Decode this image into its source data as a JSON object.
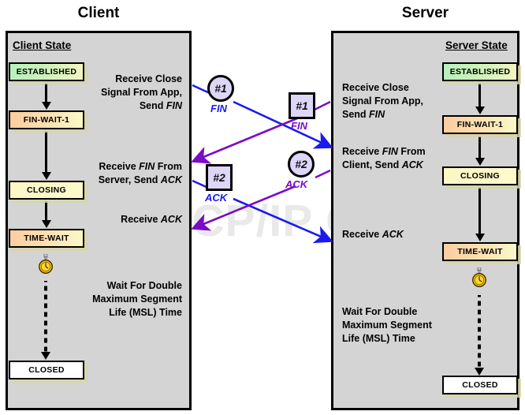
{
  "diagram": {
    "watermark": "The TCP/IP Guide",
    "columns": {
      "client_title": "Client",
      "server_title": "Server"
    },
    "accent_colors": {
      "client_message": "#1a1aee",
      "server_message": "#7a0bc8",
      "panel_background": "#d4d4d4",
      "marker_fill": "#ded6f7",
      "state_green": "#b9f0bd",
      "state_peach": "#fccda0",
      "state_yellow": "#fbf8c6",
      "watermark_gray": "#e9e9e9"
    }
  },
  "client": {
    "heading": "Client State",
    "states": [
      {
        "label": "ESTABLISHED",
        "fill": "green"
      },
      {
        "label": "FIN-WAIT-1",
        "fill": "peach"
      },
      {
        "label": "CLOSING",
        "fill": "yellow"
      },
      {
        "label": "TIME-WAIT",
        "fill": "peach"
      },
      {
        "label": "CLOSED",
        "fill": "white"
      }
    ],
    "notes": [
      "Receive Close\nSignal From App,\nSend FIN",
      "Receive FIN From\nServer, Send ACK",
      "Receive ACK",
      "Wait For Double\nMaximum Segment\nLife (MSL) Time"
    ],
    "timer_icon": "stopwatch-icon"
  },
  "server": {
    "heading": "Server State",
    "states": [
      {
        "label": "ESTABLISHED",
        "fill": "green"
      },
      {
        "label": "FIN-WAIT-1",
        "fill": "peach"
      },
      {
        "label": "CLOSING",
        "fill": "yellow"
      },
      {
        "label": "TIME-WAIT",
        "fill": "peach"
      },
      {
        "label": "CLOSED",
        "fill": "white"
      }
    ],
    "notes": [
      "Receive Close\nSignal From App,\nSend FIN",
      "Receive FIN From\nClient, Send ACK",
      "Receive ACK",
      "Wait For Double\nMaximum Segment\nLife (MSL) Time"
    ],
    "timer_icon": "stopwatch-icon"
  },
  "messages": [
    {
      "id": "client-fin",
      "number": "#1",
      "segment": "FIN",
      "shape": "circle",
      "origin": "client",
      "color": "#1a1aee"
    },
    {
      "id": "server-fin",
      "number": "#1",
      "segment": "FIN",
      "shape": "square",
      "origin": "server",
      "color": "#7a0bc8"
    },
    {
      "id": "client-ack",
      "number": "#2",
      "segment": "ACK",
      "shape": "square",
      "origin": "client",
      "color": "#1a1aee"
    },
    {
      "id": "server-ack",
      "number": "#2",
      "segment": "ACK",
      "shape": "circle",
      "origin": "server",
      "color": "#7a0bc8"
    }
  ]
}
